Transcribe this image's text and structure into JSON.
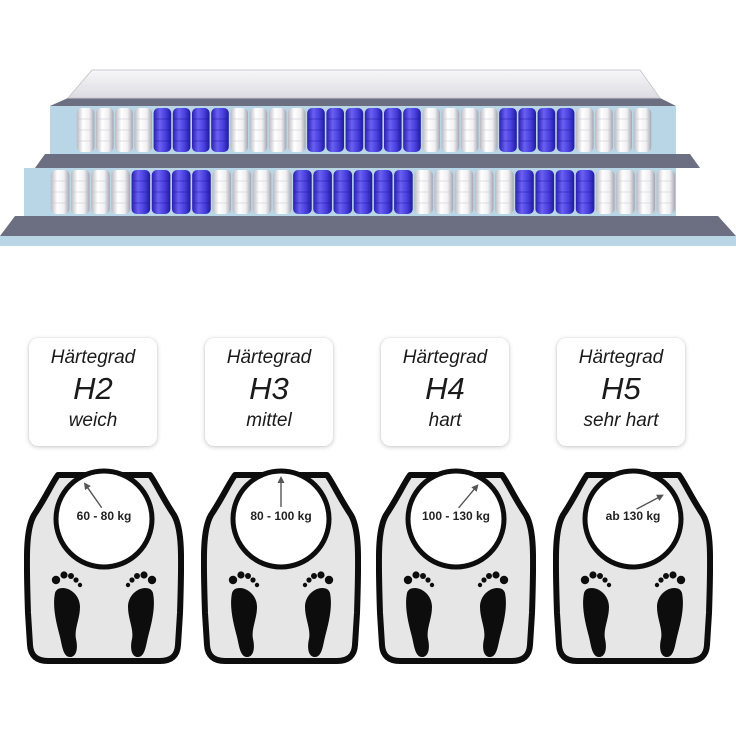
{
  "cards": [
    {
      "label": "Härtegrad",
      "grade": "H2",
      "desc": "weich"
    },
    {
      "label": "Härtegrad",
      "grade": "H3",
      "desc": "mittel"
    },
    {
      "label": "Härtegrad",
      "grade": "H4",
      "desc": "hart"
    },
    {
      "label": "Härtegrad",
      "grade": "H5",
      "desc": "sehr hart"
    }
  ],
  "scales": [
    {
      "weight": "60 - 80 kg"
    },
    {
      "weight": "80 - 100 kg"
    },
    {
      "weight": "100 - 130 kg"
    },
    {
      "weight": "ab 130 kg"
    }
  ],
  "colors": {
    "spring_blue": "#3d34d6",
    "spring_white": "#f2f2f4",
    "foam_blue": "#b8d6e6",
    "felt_grey": "#6c6e82",
    "scale_fill": "#e6e6e6",
    "outline": "#0d0d0d"
  }
}
